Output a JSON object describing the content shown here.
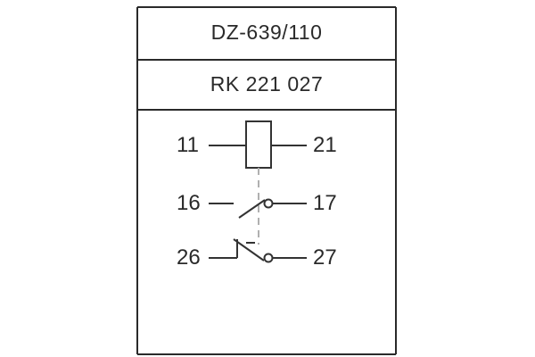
{
  "header": {
    "model": "DZ-639/110",
    "code": "RK 221 027"
  },
  "terminals": {
    "coil_left": "11",
    "coil_right": "21",
    "contact1_left": "16",
    "contact1_right": "17",
    "contact2_left": "26",
    "contact2_right": "27"
  },
  "colors": {
    "line": "#2a2a2a",
    "linkage": "#b0b0b0",
    "background": "#ffffff"
  }
}
